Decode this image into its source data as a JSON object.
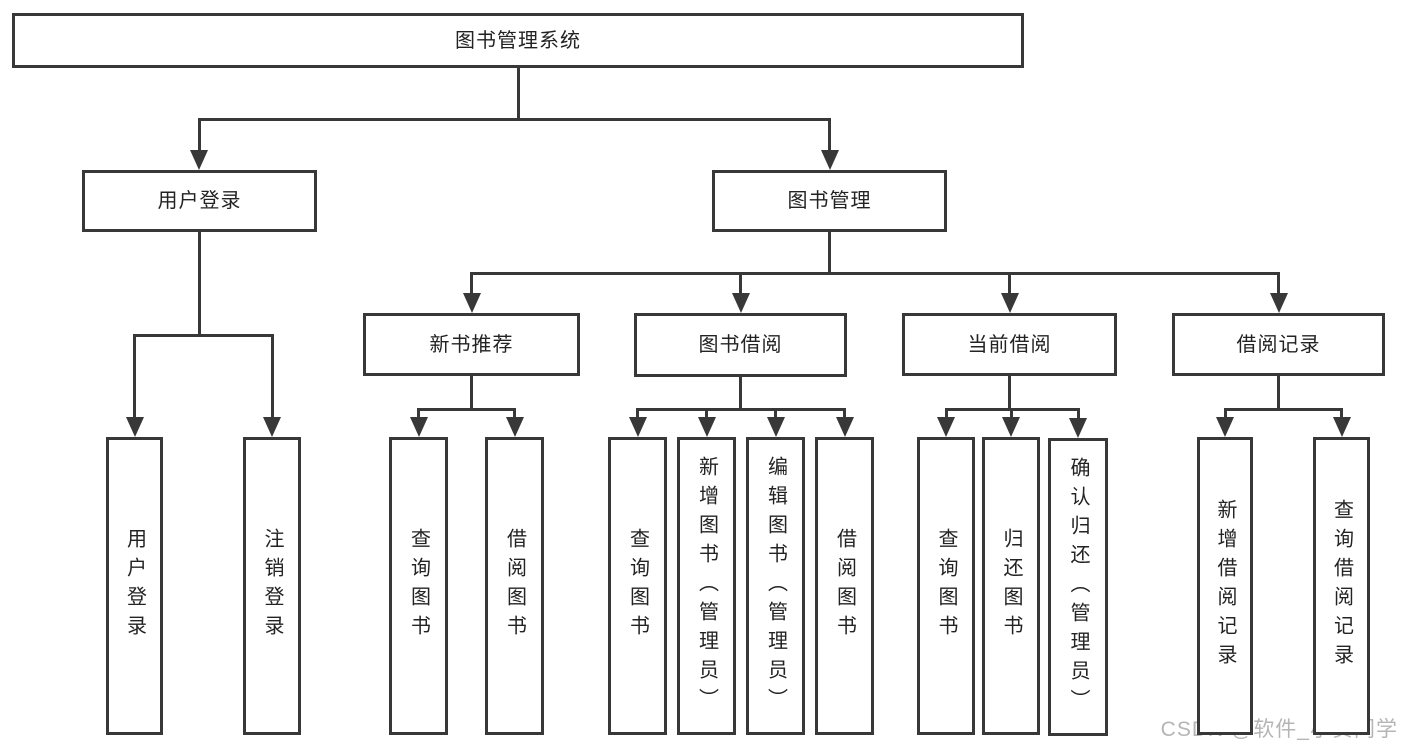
{
  "diagram": {
    "type": "hierarchy-diagram",
    "colors": {
      "line": "#383838",
      "node_border": "#383838",
      "node_text": "#232323",
      "background": "#ffffff",
      "watermark_text": "#b5b5b5"
    },
    "tree": {
      "id": "library-system",
      "label": "图书管理系统",
      "children": [
        {
          "id": "login-module",
          "label": "用户登录",
          "children": [
            {
              "id": "user-login",
              "label": "用户登录"
            },
            {
              "id": "logout",
              "label": "注销登录"
            }
          ]
        },
        {
          "id": "book-management",
          "label": "图书管理",
          "children": [
            {
              "id": "new-book-recommend",
              "label": "新书推荐",
              "children": [
                {
                  "id": "nbr-query-books",
                  "label": "查询图书"
                },
                {
                  "id": "nbr-borrow-books",
                  "label": "借阅图书"
                }
              ]
            },
            {
              "id": "book-borrowing",
              "label": "图书借阅",
              "children": [
                {
                  "id": "bb-query-books",
                  "label": "查询图书"
                },
                {
                  "id": "bb-add-books",
                  "label": "新增图书（管理员）"
                },
                {
                  "id": "bb-edit-books",
                  "label": "编辑图书（管理员）"
                },
                {
                  "id": "bb-borrow-books",
                  "label": "借阅图书"
                }
              ]
            },
            {
              "id": "current-borrowing",
              "label": "当前借阅",
              "children": [
                {
                  "id": "cb-query-books",
                  "label": "查询图书"
                },
                {
                  "id": "cb-return-books",
                  "label": "归还图书"
                },
                {
                  "id": "cb-confirm-return",
                  "label": "确认归还（管理员）"
                }
              ]
            },
            {
              "id": "borrowing-records",
              "label": "借阅记录",
              "children": [
                {
                  "id": "br-add-record",
                  "label": "新增借阅记录"
                },
                {
                  "id": "br-query-record",
                  "label": "查询借阅记录"
                }
              ]
            }
          ]
        }
      ]
    },
    "watermark": "CSDN @软件_小贺同学"
  }
}
